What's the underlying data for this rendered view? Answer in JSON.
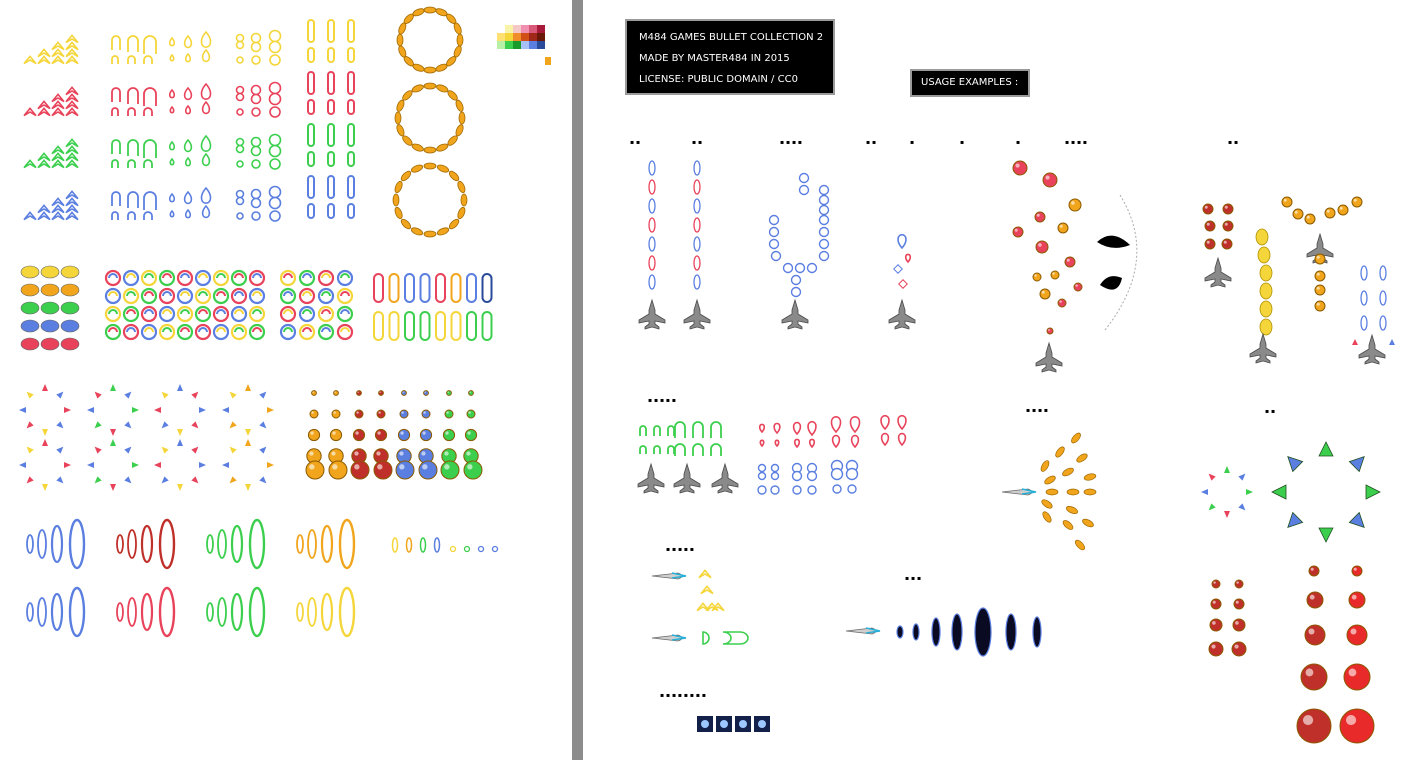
{
  "sheet": {
    "header_lines": [
      "M484 GAMES BULLET COLLECTION 2",
      "MADE BY MASTER484 IN 2015",
      "LICENSE: PUBLIC DOMAIN / CC0"
    ],
    "usage_label": "USAGE EXAMPLES :"
  },
  "palette": {
    "yellow": "#f5d63a",
    "red": "#e8435a",
    "green": "#3ccf4e",
    "blue": "#5b7fe0",
    "orange": "#f0a51c",
    "darkred": "#c0302a",
    "navy": "#2a4a9a",
    "divider": "#8c8c8c",
    "ship": "#8a8a8a",
    "black": "#000000"
  },
  "icons": [
    "fighter-jet-icon",
    "missile-icon",
    "bullet-sprite-icon"
  ]
}
